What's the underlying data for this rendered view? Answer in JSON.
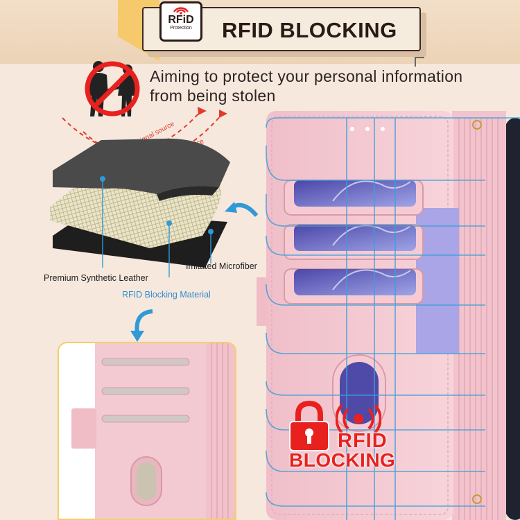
{
  "banner": {
    "title": "RFID BLOCKING",
    "badge_title": "RFiD",
    "badge_subtitle": "Protection"
  },
  "aim_text": {
    "line1": "Aiming to protect your personal information",
    "line2": "from being stolen"
  },
  "signal_labels": [
    "signal source",
    "signal source"
  ],
  "layers": {
    "premium": "Premium Synthetic Leather",
    "microfiber": "Imitated Microfiber",
    "rfid": "RFID Blocking Material"
  },
  "sticker": {
    "line1": "RFID",
    "line2": "BLOCKING"
  },
  "colors": {
    "background": "#f6e8dd",
    "accent_blue": "#2f9ad6",
    "warning_red": "#e8211e",
    "case_pink": "#f3c6cf",
    "banner_yellow": "#f5c96c"
  },
  "icons": [
    "rfid-wave-icon",
    "no-pickpocket-icon",
    "padlock-icon",
    "signal-broadcast-icon",
    "curved-arrow-icon"
  ]
}
